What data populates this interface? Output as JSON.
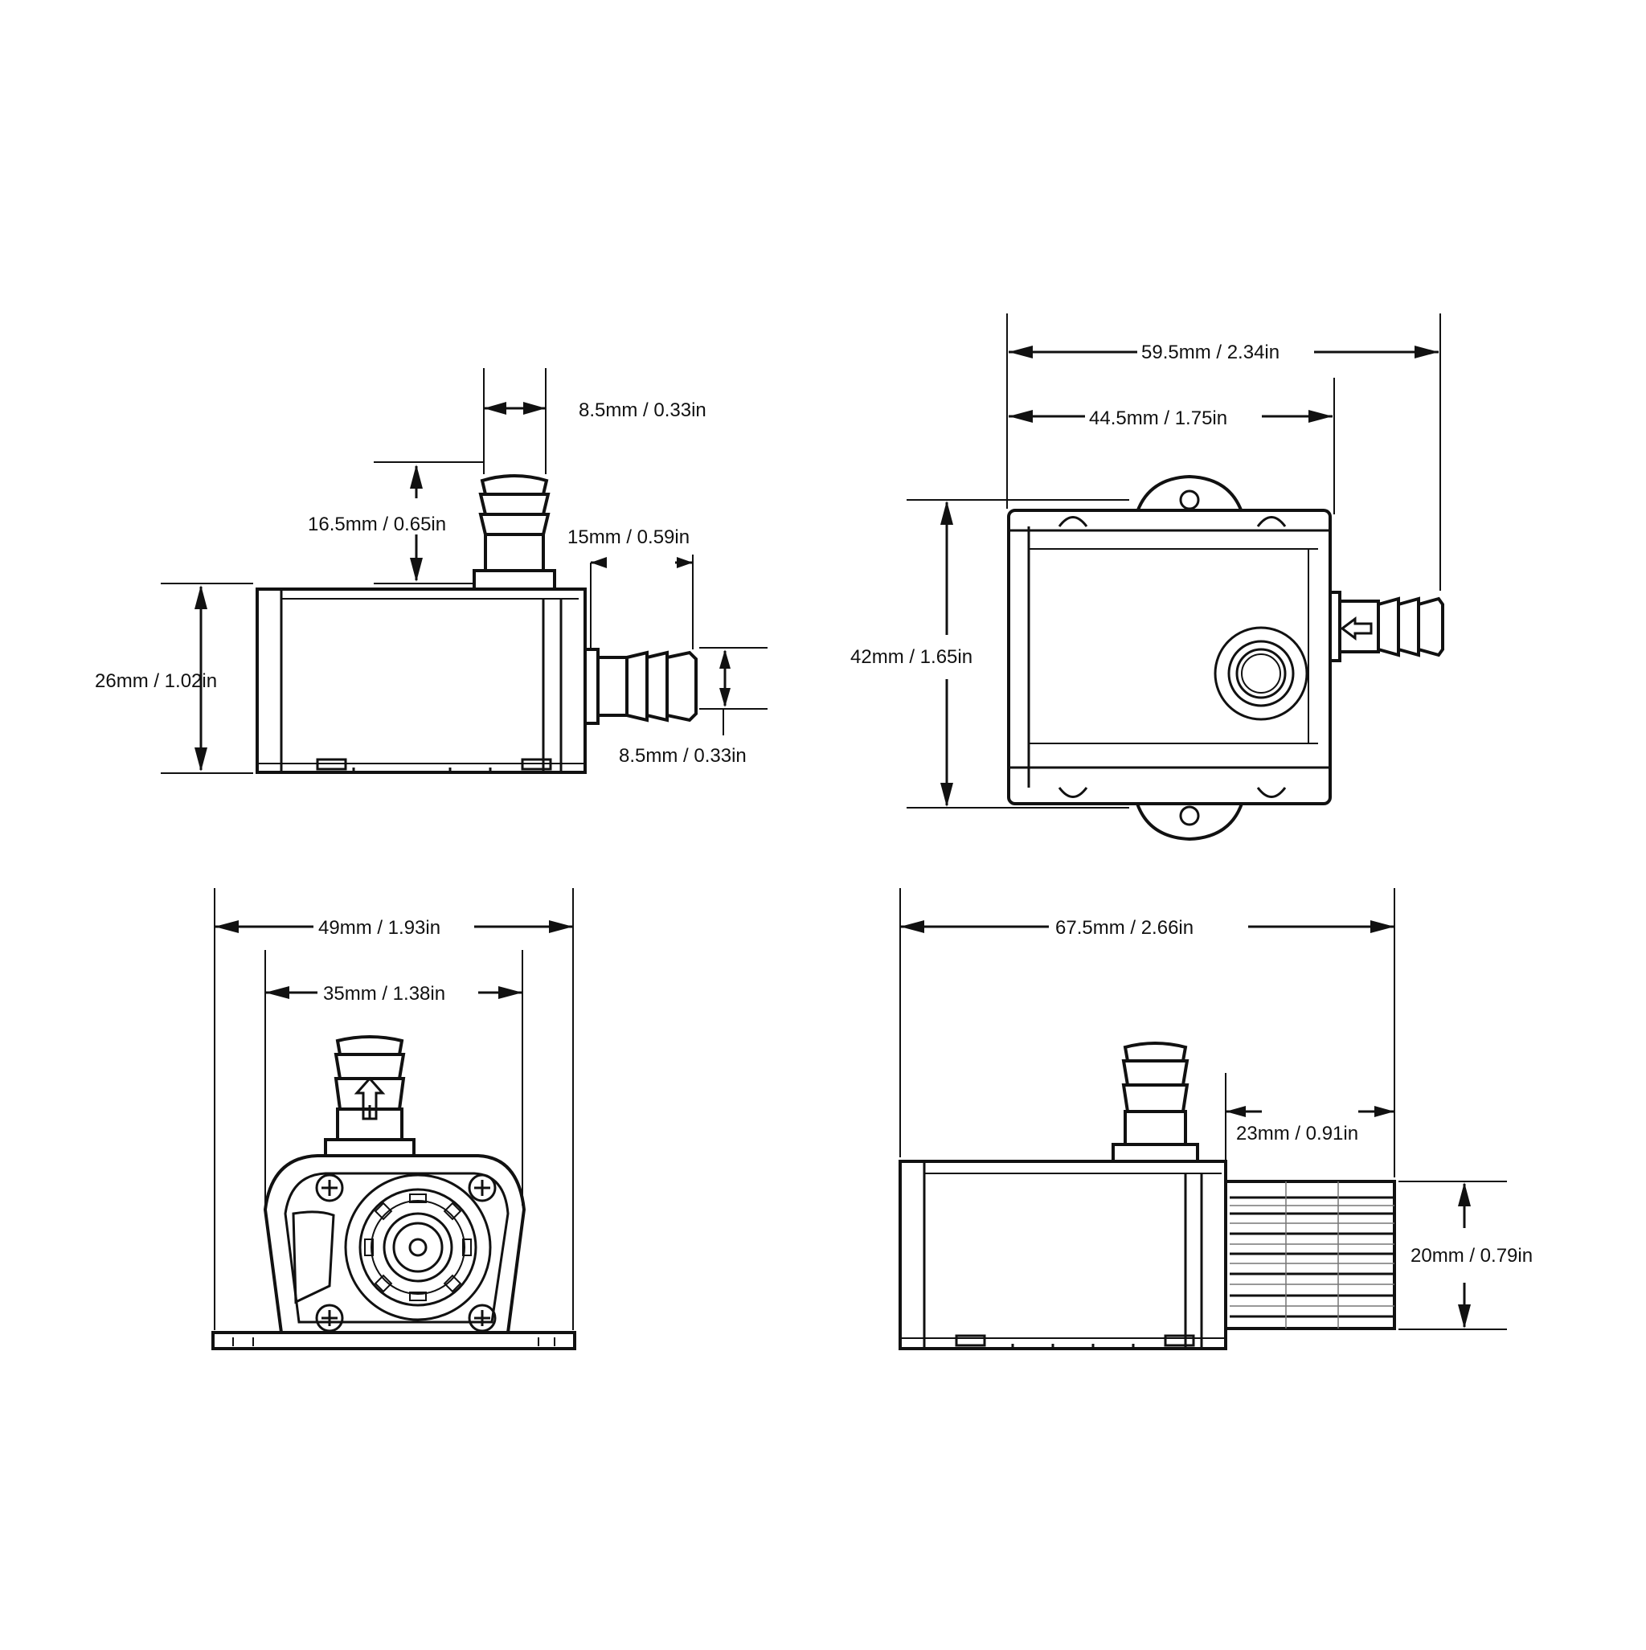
{
  "colors": {
    "line": "#111111",
    "background": "#ffffff",
    "light_line": "#777777"
  },
  "side_view": {
    "outlet_width": "8.5mm / 0.33in",
    "outlet_height": "16.5mm / 0.65in",
    "inlet_length": "15mm / 0.59in",
    "body_height": "26mm / 1.02in",
    "inlet_width": "8.5mm / 0.33in"
  },
  "top_view": {
    "overall_length": "59.5mm / 2.34in",
    "body_length": "44.5mm / 1.75in",
    "overall_width": "42mm / 1.65in"
  },
  "front_view": {
    "base_width": "49mm / 1.93in",
    "body_width": "35mm / 1.38in"
  },
  "filter_view": {
    "overall_length": "67.5mm / 2.66in",
    "filter_length": "23mm / 0.91in",
    "filter_height": "20mm / 0.79in"
  }
}
